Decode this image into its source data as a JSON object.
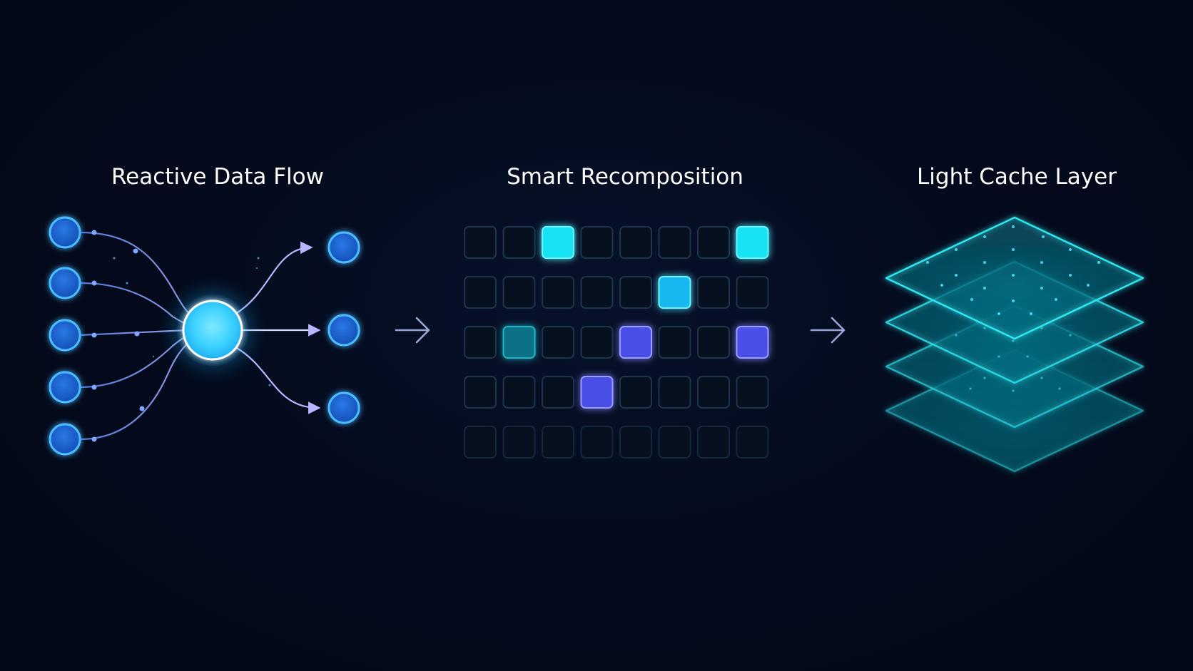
{
  "sections": {
    "flow": {
      "title": "Reactive Data Flow",
      "input_nodes": 5,
      "output_nodes": 3
    },
    "recomposition": {
      "title": "Smart Recomposition",
      "rows": 5,
      "cols": 8,
      "highlighted_cells": [
        {
          "row": 0,
          "col": 2,
          "color": "cyan"
        },
        {
          "row": 0,
          "col": 7,
          "color": "cyan"
        },
        {
          "row": 1,
          "col": 5,
          "color": "sky"
        },
        {
          "row": 2,
          "col": 1,
          "color": "teal"
        },
        {
          "row": 2,
          "col": 4,
          "color": "indigo"
        },
        {
          "row": 2,
          "col": 7,
          "color": "indigo"
        },
        {
          "row": 3,
          "col": 3,
          "color": "indigo"
        }
      ]
    },
    "cache": {
      "title": "Light Cache Layer",
      "layers": 4
    }
  },
  "colors": {
    "background": "#040b1d",
    "node_blue": "#1a5fcf",
    "node_ring": "#3fb6ff",
    "hub": "#45d8ff",
    "cyan": "#14e4f5",
    "sky": "#17b8ef",
    "teal": "#0b6f86",
    "indigo": "#4a4fe6",
    "arrow": "#aab4e8"
  }
}
